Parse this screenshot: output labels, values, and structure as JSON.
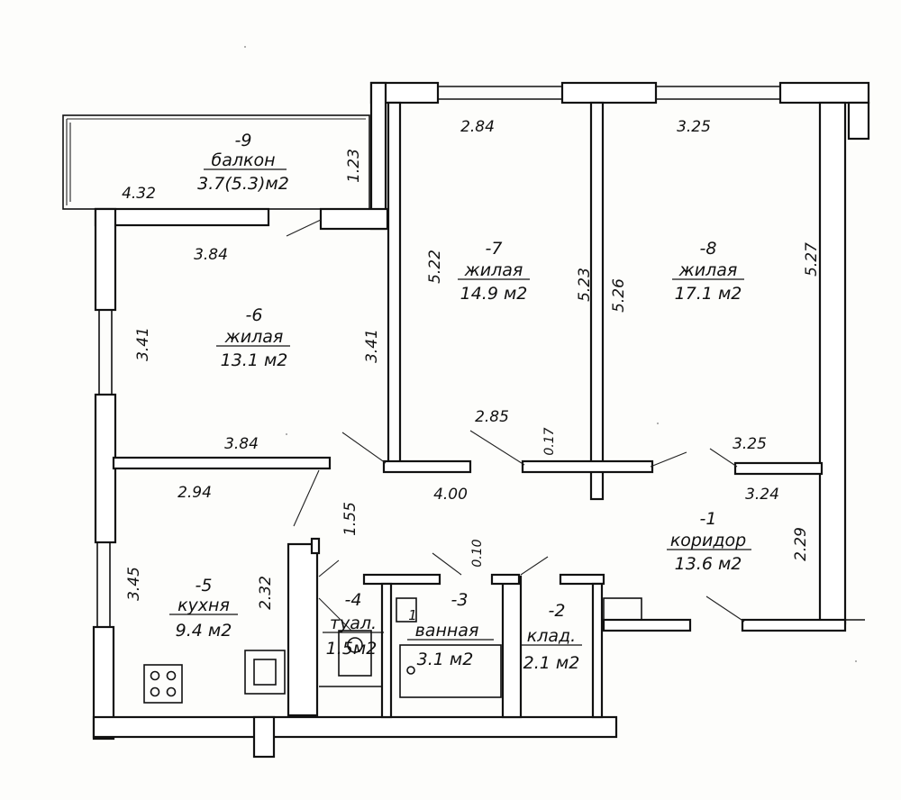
{
  "rooms": {
    "balcony": {
      "num": "-9",
      "name": "балкон",
      "area": "3.7(5.3)м2"
    },
    "living6": {
      "num": "-6",
      "name": "жилая",
      "area": "13.1 м2"
    },
    "living7": {
      "num": "-7",
      "name": "жилая",
      "area": "14.9 м2"
    },
    "living8": {
      "num": "-8",
      "name": "жилая",
      "area": "17.1 м2"
    },
    "corridor": {
      "num": "-1",
      "name": "коридор",
      "area": "13.6 м2"
    },
    "kitchen": {
      "num": "-5",
      "name": "кухня",
      "area": "9.4 м2"
    },
    "toilet": {
      "num": "-4",
      "name": "туал.",
      "area": "1.5м2"
    },
    "bath": {
      "num": "-3",
      "name": "ванная",
      "area": "3.1 м2"
    },
    "storage": {
      "num": "-2",
      "name": "клад.",
      "area": "2.1 м2"
    }
  },
  "dims": {
    "d_284": "2.84",
    "d_325_top": "3.25",
    "d_123": "1.23",
    "d_432": "4.32",
    "d_384_top": "3.84",
    "d_522": "5.22",
    "d_523": "5.23",
    "d_526": "5.26",
    "d_527": "5.27",
    "d_341_left": "3.41",
    "d_341_right": "3.41",
    "d_285": "2.85",
    "d_017": "0.17",
    "d_384_bot": "3.84",
    "d_325_bot": "3.25",
    "d_294": "2.94",
    "d_400": "4.00",
    "d_324": "3.24",
    "d_155": "1.55",
    "d_010": "0.10",
    "d_345": "3.45",
    "d_232": "2.32",
    "d_229": "2.29",
    "d_1": "1"
  }
}
